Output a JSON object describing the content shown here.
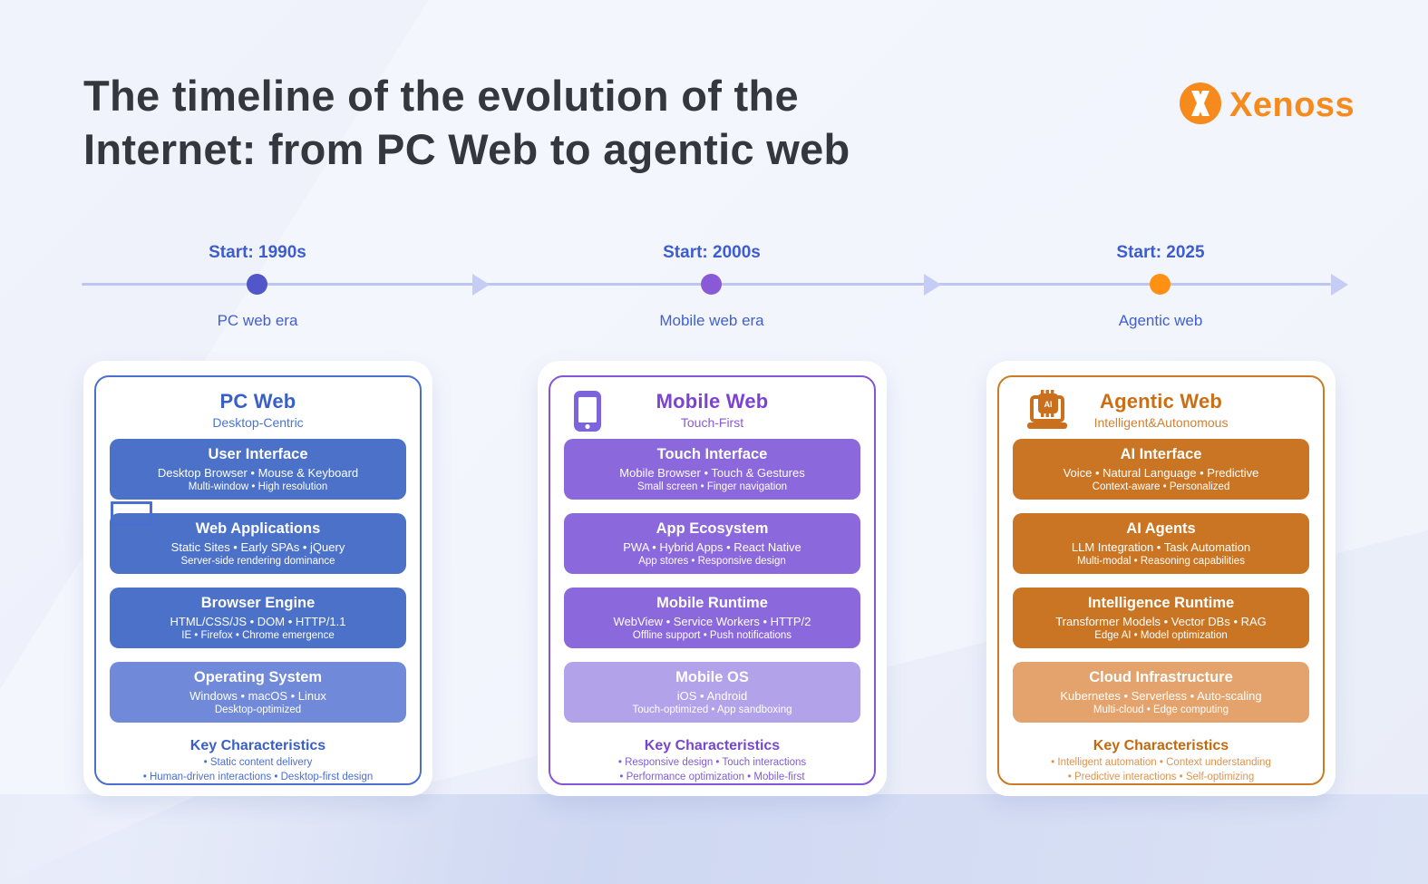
{
  "header": {
    "title_line1": "The timeline of the evolution of the",
    "title_line2": "Internet: from PC Web to agentic web",
    "logo_text": "Xenoss",
    "logo_color": "#f68a1c",
    "title_color": "#34383e"
  },
  "timeline": {
    "line_color": "#bdc6f3",
    "milestones": [
      {
        "start": "Start: 1990s",
        "era": "PC web era",
        "dot_color": "#5157c8"
      },
      {
        "start": "Start: 2000s",
        "era": "Mobile web era",
        "dot_color": "#8a5ad6"
      },
      {
        "start": "Start: 2025",
        "era": "Agentic web",
        "dot_color": "#fe9113"
      }
    ]
  },
  "cards": [
    {
      "title": "PC Web",
      "subtitle": "Desktop-Centric",
      "icon": "monitor-icon",
      "theme": {
        "border": "#4a6fce",
        "title": "#3a60c8",
        "subtitle": "#4a74d2",
        "box": "#4b71c9",
        "box_light": "#7089d8",
        "key_title": "#3a5ec8",
        "key_text": "#4a6fd2"
      },
      "layers": [
        {
          "title": "User Interface",
          "line1": "Desktop Browser • Mouse & Keyboard",
          "line2": "Multi-window • High resolution"
        },
        {
          "title": "Web Applications",
          "line1": "Static Sites • Early SPAs • jQuery",
          "line2": "Server-side rendering dominance"
        },
        {
          "title": "Browser Engine",
          "line1": "HTML/CSS/JS • DOM • HTTP/1.1",
          "line2": "IE • Firefox • Chrome emergence"
        },
        {
          "title": "Operating System",
          "line1": "Windows • macOS • Linux",
          "line2": "Desktop-optimized"
        }
      ],
      "key_characteristics": {
        "title": "Key Characteristics",
        "line1": "• Static content delivery",
        "line2": "• Human-driven interactions • Desktop-first design"
      }
    },
    {
      "title": "Mobile Web",
      "subtitle": "Touch-First",
      "icon": "smartphone-icon",
      "theme": {
        "border": "#8355d8",
        "title": "#7c42d4",
        "subtitle": "#8a5ad8",
        "box": "#8b68db",
        "box_light": "#b1a2e9",
        "key_title": "#7647ce",
        "key_text": "#7f5cd6"
      },
      "layers": [
        {
          "title": "Touch Interface",
          "line1": "Mobile Browser • Touch & Gestures",
          "line2": "Small screen • Finger navigation"
        },
        {
          "title": "App Ecosystem",
          "line1": "PWA • Hybrid Apps • React Native",
          "line2": "App stores • Responsive design"
        },
        {
          "title": "Mobile Runtime",
          "line1": "WebView • Service Workers • HTTP/2",
          "line2": "Offline support • Push notifications"
        },
        {
          "title": "Mobile OS",
          "line1": "iOS • Android",
          "line2": "Touch-optimized • App sandboxing"
        }
      ],
      "key_characteristics": {
        "title": "Key Characteristics",
        "line1": "• Responsive design • Touch interactions",
        "line2": "• Performance optimization • Mobile-first"
      }
    },
    {
      "title": "Agentic Web",
      "subtitle": "Intelligent&Autonomous",
      "icon": "ai-laptop-icon",
      "theme": {
        "border": "#cd7b24",
        "title": "#cb6e16",
        "subtitle": "#d08134",
        "box": "#ca7524",
        "box_light": "#e4a36c",
        "key_title": "#c1690f",
        "key_text": "#de9350"
      },
      "layers": [
        {
          "title": "AI Interface",
          "line1": "Voice • Natural Language • Predictive",
          "line2": "Context-aware • Personalized"
        },
        {
          "title": "AI Agents",
          "line1": "LLM Integration • Task Automation",
          "line2": "Multi-modal • Reasoning capabilities"
        },
        {
          "title": "Intelligence Runtime",
          "line1": "Transformer Models • Vector DBs • RAG",
          "line2": "Edge AI • Model optimization"
        },
        {
          "title": "Cloud Infrastructure",
          "line1": "Kubernetes • Serverless • Auto-scaling",
          "line2": "Multi-cloud • Edge computing"
        }
      ],
      "key_characteristics": {
        "title": "Key Characteristics",
        "line1": "• Intelligent automation • Context understanding",
        "line2": "• Predictive interactions • Self-optimizing"
      }
    }
  ]
}
